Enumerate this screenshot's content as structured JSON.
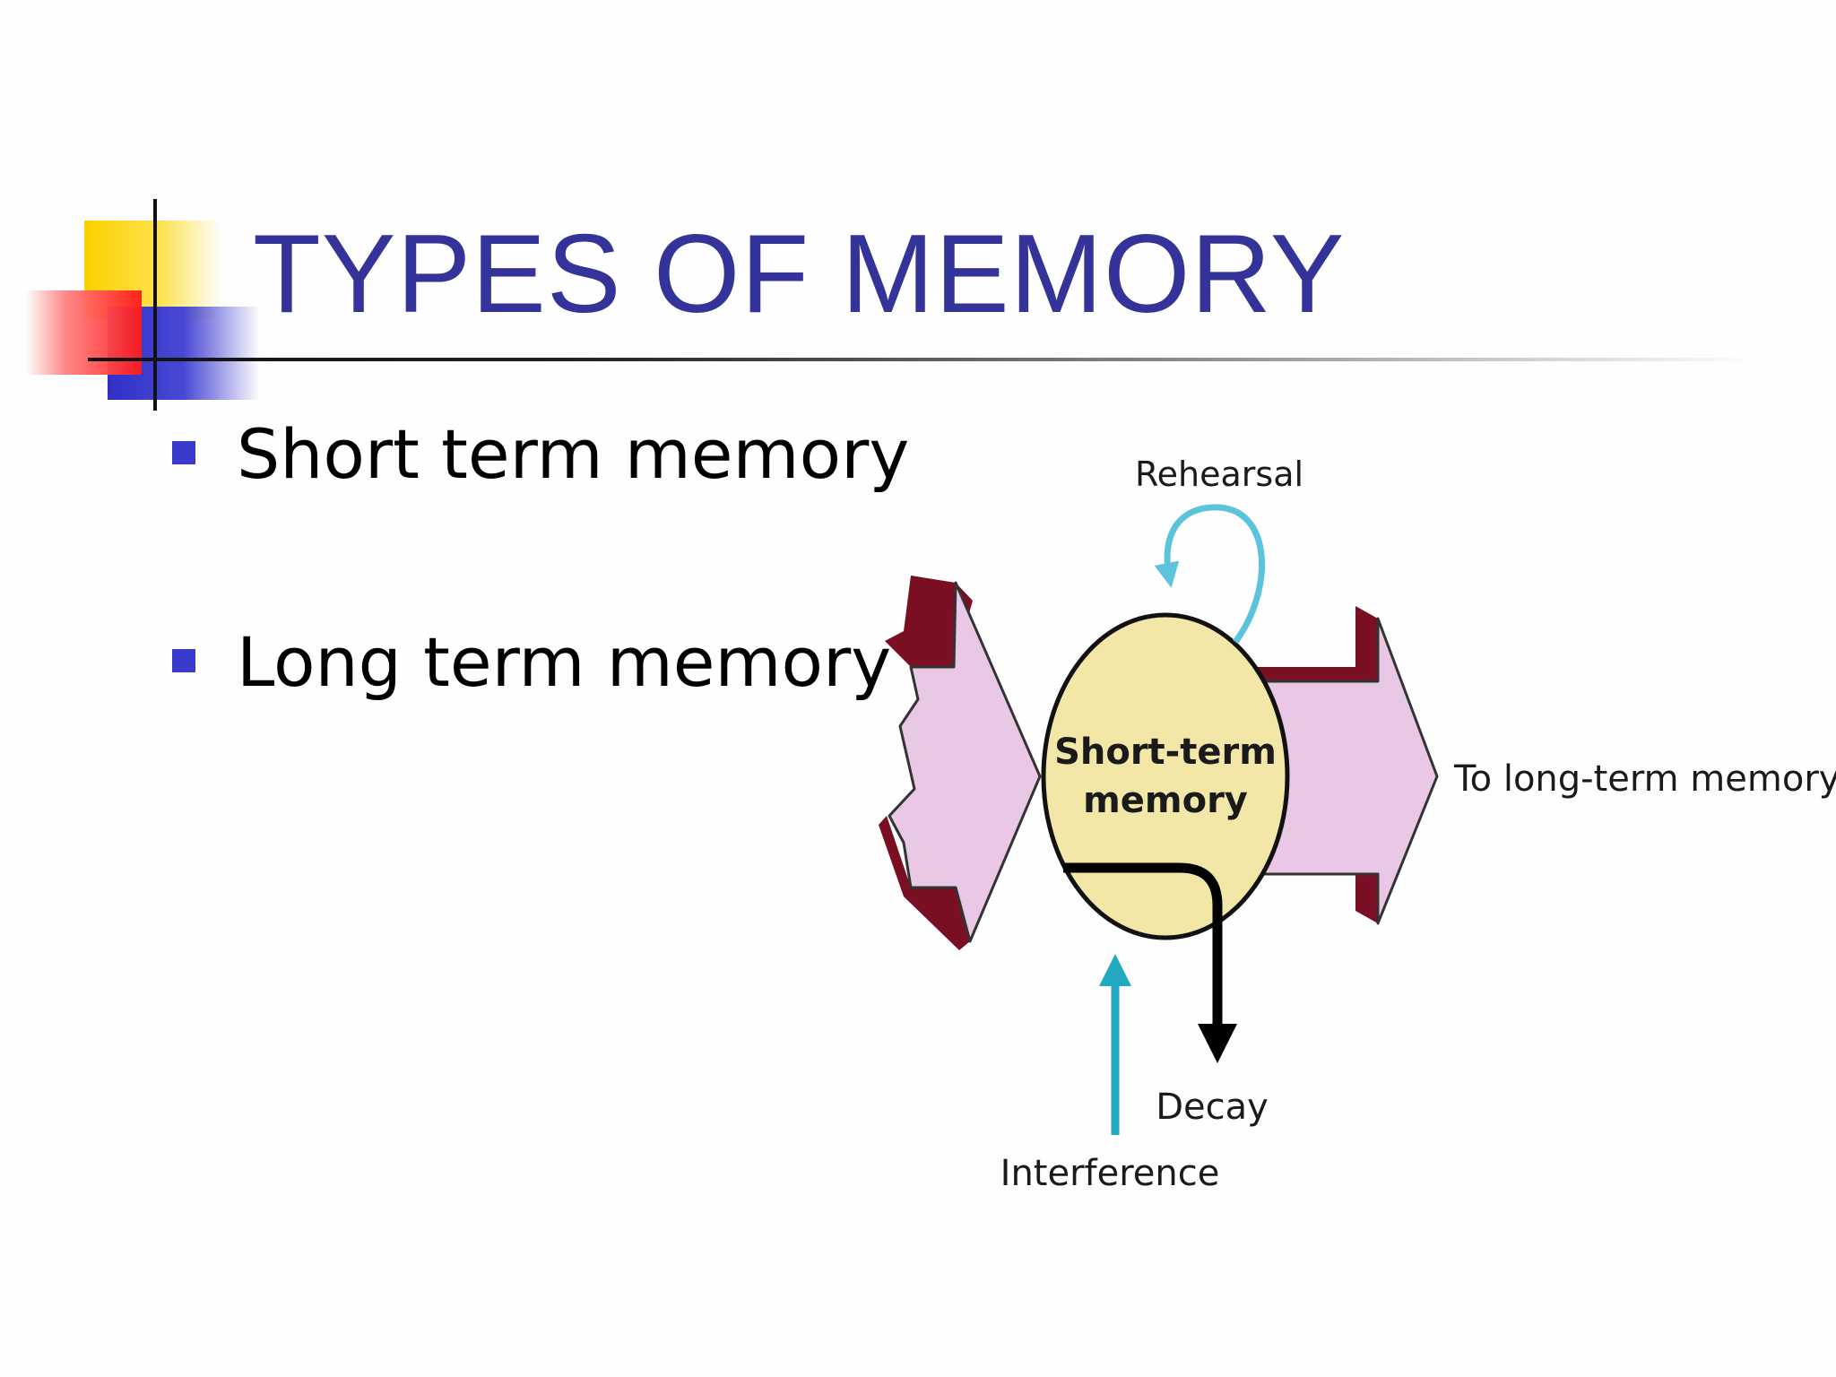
{
  "slide": {
    "title": "TYPES OF MEMORY",
    "bullets": [
      {
        "text": "Short term memory"
      },
      {
        "text": "Long term memory"
      }
    ]
  },
  "diagram": {
    "center_label_line1": "Short-term",
    "center_label_line2": "memory",
    "rehearsal_label": "Rehearsal",
    "output_label": "To long-term memory",
    "decay_label": "Decay",
    "interference_label": "Interference"
  },
  "colors": {
    "title": "#333399",
    "bullet_marker": "#3a3acc",
    "arrow_fill": "#e8c8e4",
    "arrow_edge": "#7a0f24",
    "memory_circle": "#f3e7a8",
    "rehearsal_arrow": "#5bc4dc",
    "interference_arrow": "#22a8c0",
    "decay_arrow": "#000000"
  }
}
